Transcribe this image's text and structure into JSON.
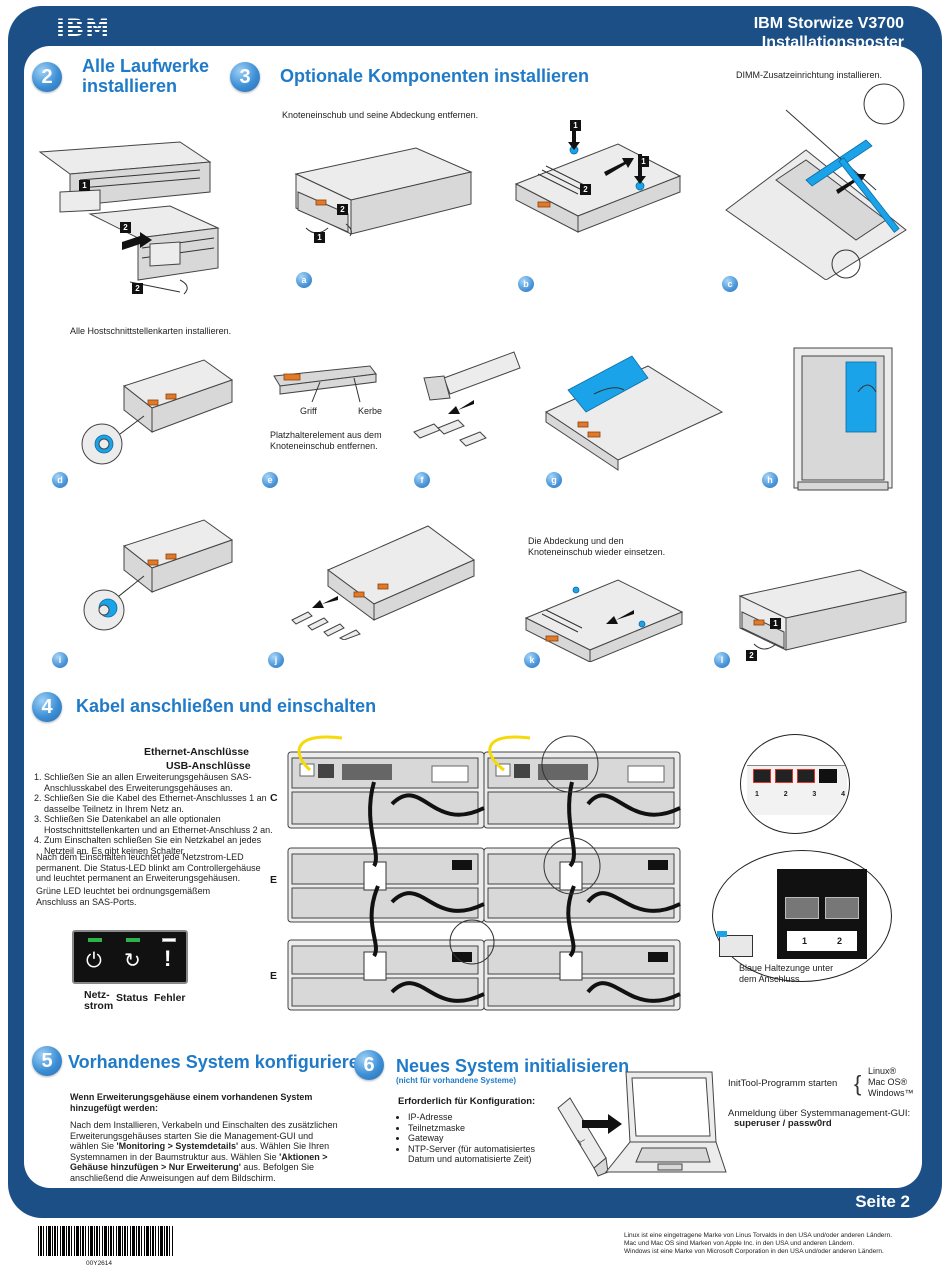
{
  "header": {
    "logo": "IBM",
    "title_line1": "IBM Storwize V3700",
    "title_line2": "Installationsposter"
  },
  "footer": {
    "page_label": "Seite 2",
    "part_number": "00Y2614",
    "legal": [
      "Linux ist eine eingetragene Marke von Linus Torvalds in den USA und/oder anderen Ländern.",
      "Mac und Mac OS sind Marken von Apple Inc. in den USA und anderen Ländern.",
      "Windows ist eine Marke von Microsoft Corporation in den USA und/oder anderen Ländern."
    ]
  },
  "step2": {
    "number": "2",
    "title_line1": "Alle Laufwerke",
    "title_line2": "installieren"
  },
  "step3": {
    "number": "3",
    "title": "Optionale Komponenten installieren",
    "cap_a": "Knoteneinschub und seine Abdeckung entfernen.",
    "cap_c": "DIMM-Zusatzeinrichtung installieren.",
    "cap_d": "Alle Hostschnittstellenkarten installieren.",
    "cap_e": "Platzhalterelement aus dem Knoteneinschub entfernen.",
    "label_griff": "Griff",
    "label_kerbe": "Kerbe",
    "cap_k": "Die Abdeckung und den Knoteneinschub wieder einsetzen.",
    "letters": [
      "a",
      "b",
      "c",
      "d",
      "e",
      "f",
      "g",
      "h",
      "i",
      "j",
      "k",
      "l"
    ],
    "badges": [
      "1",
      "2"
    ]
  },
  "step4": {
    "number": "4",
    "title": "Kabel anschließen und einschalten",
    "eth_label": "Ethernet-Anschlüsse",
    "usb_label": "USB-Anschlüsse",
    "instructions": [
      "Schließen Sie an allen Erweiterungsgehäusen SAS-Anschlusskabel des Erweiterungsgehäuses an.",
      "Schließen Sie die Kabel des Ethernet-Anschlusses 1 an dasselbe Teilnetz in Ihrem Netz an.",
      "Schließen Sie Datenkabel an alle optionalen Hostschnittstellenkarten und an Ethernet-Anschluss 2 an.",
      "Zum Einschalten schließen Sie ein Netzkabel an jedes Netzteil an. Es gibt keinen Schalter."
    ],
    "power_note": "Nach dem Einschalten leuchtet jede Netzstrom-LED permanent. Die Status-LED blinkt am Controllergehäuse und leuchtet permanent an Erweiterungsgehäusen.",
    "green_led_note": "Grüne LED leuchtet bei ordnungsgemäßem Anschluss an SAS-Ports.",
    "led_labels": {
      "power": "Netz-strom",
      "status": "Status",
      "error": "Fehler"
    },
    "row_labels": [
      "C",
      "E",
      "E"
    ],
    "port_numbers": [
      "1",
      "2",
      "3",
      "4"
    ],
    "sas_ports": [
      "1",
      "2"
    ],
    "tab_note": "Blaue Haltezunge unter dem Anschluss."
  },
  "step5": {
    "number": "5",
    "title": "Vorhandenes System konfigurieren",
    "intro": "Wenn Erweiterungsgehäuse einem vorhandenen System hinzugefügt werden:",
    "body_1": "Nach dem Installieren, Verkabeln und Einschalten des zusätzlichen Erweiterungsgehäuses starten Sie die Management-GUI und wählen Sie ",
    "body_b1": "'Monitoring > Systemdetails'",
    "body_2": " aus. Wählen Sie Ihren Systemnamen in der Baumstruktur aus. Wählen Sie ",
    "body_b2": "'Aktionen > Gehäuse hinzufügen > Nur Erweiterung'",
    "body_3": " aus. Befolgen Sie anschließend die Anweisungen auf dem Bildschirm."
  },
  "step6": {
    "number": "6",
    "title": "Neues System initialisieren",
    "subtitle": "(nicht für vorhandene Systeme)",
    "req_title": "Erforderlich für Konfiguration:",
    "requirements": [
      "IP-Adresse",
      "Teilnetzmaske",
      "Gateway",
      "NTP-Server (für automatisiertes Datum und automatisierte Zeit)"
    ],
    "inittool": "InitTool-Programm starten",
    "os_list": [
      "Linux®",
      "Mac OS®",
      "Windows™"
    ],
    "login_label": "Anmeldung über Systemmanagement-GUI:",
    "credentials": "superuser / passw0rd"
  },
  "colors": {
    "frame_blue": "#1b4f86",
    "title_blue": "#1f7ac8",
    "accent_orange": "#e07a28",
    "accent_cyan": "#1aa3e8",
    "cable_yellow": "#f5d90a",
    "led_green": "#2bb34a"
  }
}
